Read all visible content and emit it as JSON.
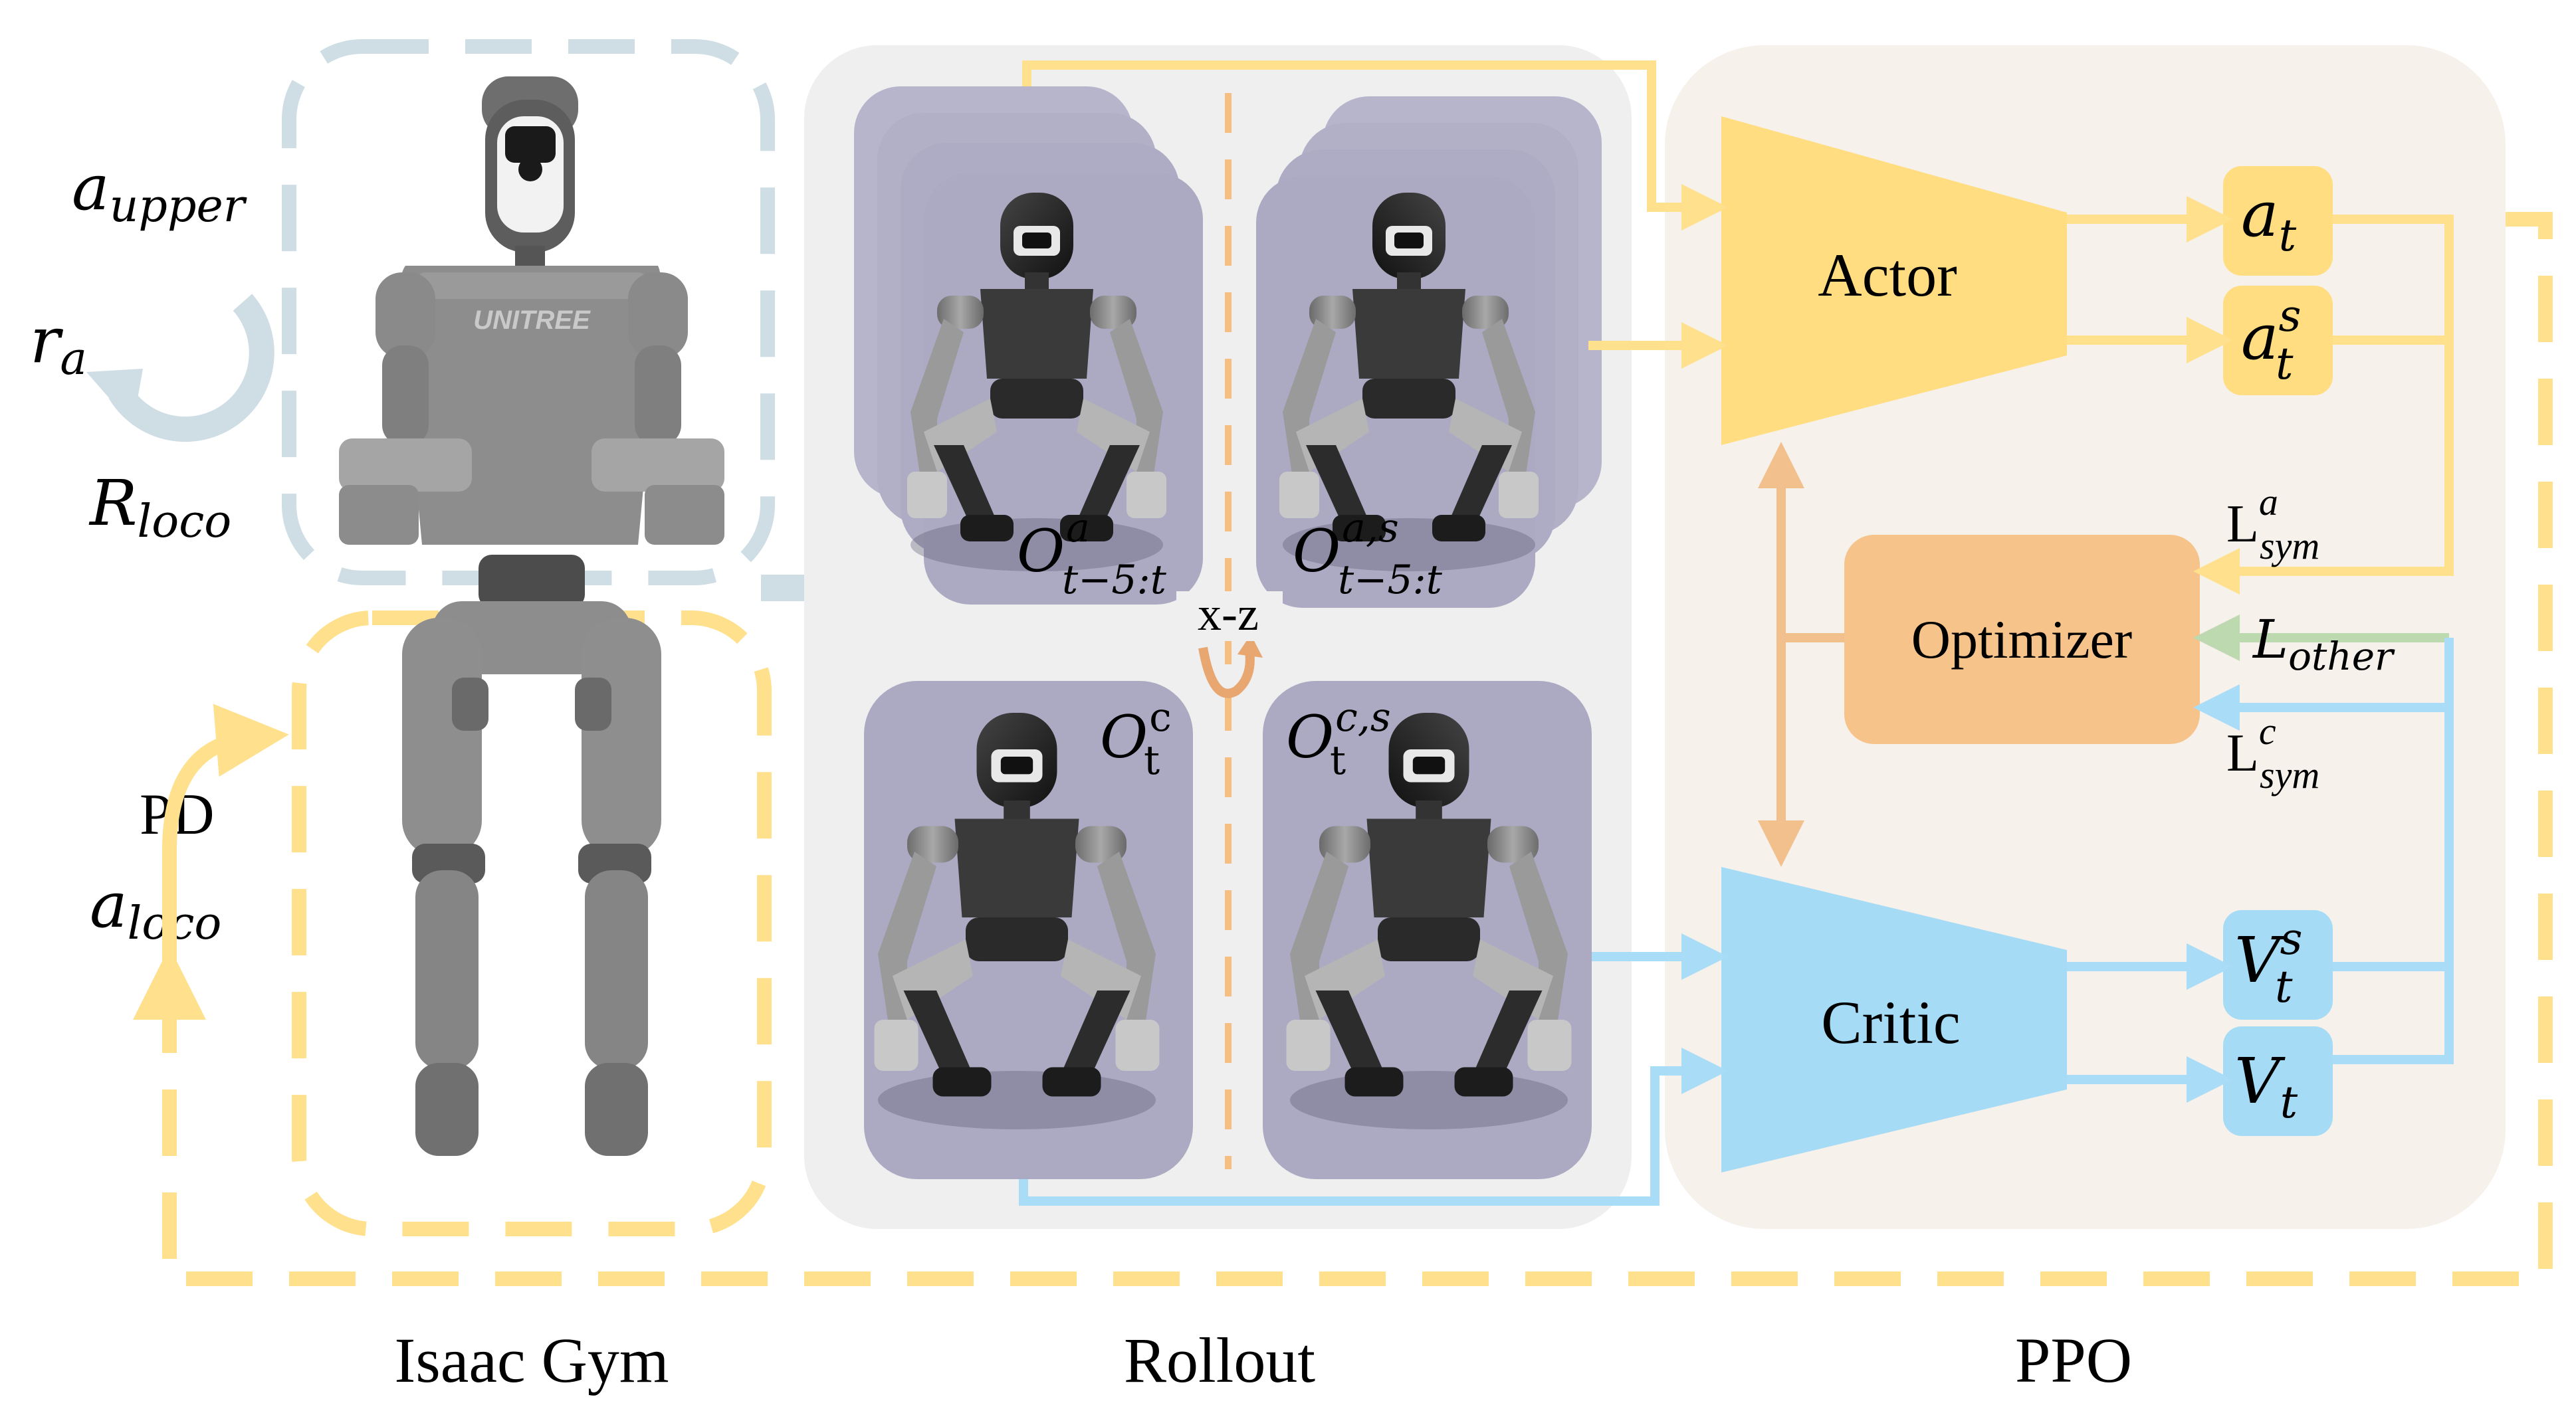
{
  "section_labels": {
    "isaac_gym": "Isaac Gym",
    "rollout": "Rollout",
    "ppo": "PPO"
  },
  "isaac_gym": {
    "a_upper": {
      "base": "a",
      "sub": "upper"
    },
    "r_a": {
      "base": "r",
      "sub": "a"
    },
    "R_loco": {
      "base": "R",
      "sub": "loco"
    },
    "pd_label": "PD",
    "a_loco": {
      "base": "a",
      "sub": "loco"
    },
    "robot_logo": "UNITREE"
  },
  "rollout": {
    "obs_actor": {
      "base": "O",
      "sup": "a",
      "sub": "t−5:t"
    },
    "obs_actor_sym": {
      "base": "O",
      "sup": "a,s",
      "sub": "t−5:t"
    },
    "obs_critic": {
      "base": "O",
      "sup": "c",
      "sub": "t"
    },
    "obs_critic_sym": {
      "base": "O",
      "sup": "c,s",
      "sub": "t"
    },
    "mirror_label": "x-z"
  },
  "ppo": {
    "actor": "Actor",
    "critic": "Critic",
    "optimizer": "Optimizer",
    "a_t": {
      "base": "a",
      "sub": "t"
    },
    "a_t_s": {
      "base": "a",
      "sup": "s",
      "sub": "t"
    },
    "V_t_s": {
      "base": "V",
      "sup": "s",
      "sub": "t"
    },
    "V_t": {
      "base": "V",
      "sub": "t"
    },
    "L_sym_a": {
      "base": "L",
      "sup": "a",
      "sub": "sym"
    },
    "L_other": {
      "base": "L",
      "sub": "other"
    },
    "L_sym_c": {
      "base": "L",
      "sup": "c",
      "sub": "sym"
    }
  },
  "colors": {
    "yellow": "#FFE08C",
    "yellow_box": "#FFDD80",
    "blue": "#A9DCF6",
    "blue_box": "#A6DBF5",
    "orange_box": "#F6C38A",
    "orange_line": "#F2C08C",
    "green": "#BCD9B0",
    "gray_dash": "#CFDDE5",
    "rollout_bg": "#EFEFEF",
    "ppo_bg": "#F6F1EA",
    "obs_panel": "#ACA9C3"
  }
}
